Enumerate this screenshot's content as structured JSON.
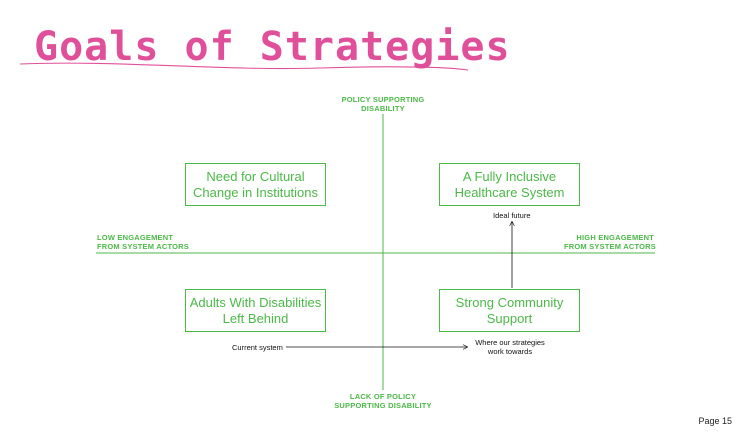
{
  "title": "Goals of Strategies",
  "axes": {
    "top": [
      "POLICY SUPPORTING",
      "DISABILITY"
    ],
    "bottom": [
      "LACK OF POLICY",
      "SUPPORTING DISABILITY"
    ],
    "left": [
      "LOW ENGAGEMENT",
      "FROM SYSTEM ACTORS"
    ],
    "right": [
      "HIGH ENGAGEMENT",
      "FROM SYSTEM ACTORS"
    ]
  },
  "quadrants": {
    "top_left": [
      "Need for Cultural",
      "Change in Institutions"
    ],
    "top_right": [
      "A Fully Inclusive",
      "Healthcare System"
    ],
    "bottom_left": [
      "Adults With Disabilities",
      "Left Behind"
    ],
    "bottom_right": [
      "Strong Community",
      "Support"
    ]
  },
  "notes": {
    "ideal": "Ideal future",
    "current": "Current system",
    "towards": [
      "Where our strategies",
      "work towards"
    ]
  },
  "colors": {
    "title": "#e0509a",
    "accent": "#4cb848"
  },
  "page": "Page 15"
}
